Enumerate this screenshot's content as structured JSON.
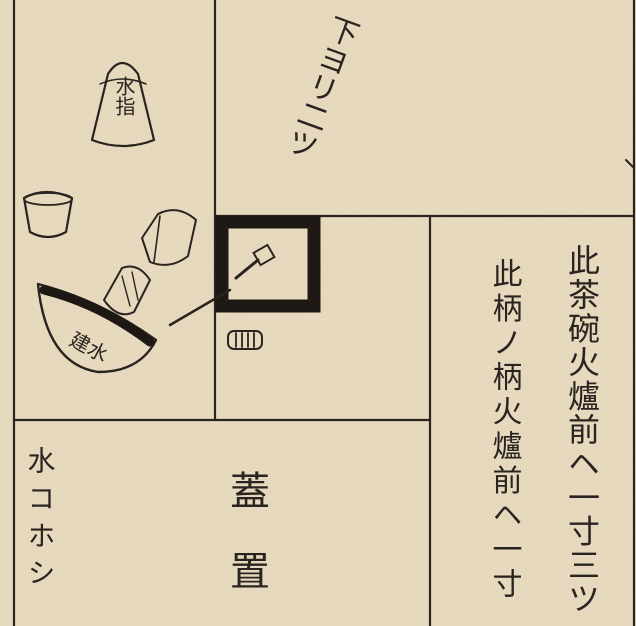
{
  "labels": {
    "vessel_label": "水指",
    "bowl_label": "建水",
    "lid_rest": "蓋置",
    "water_jug": "水コホシ",
    "diagonal_text": "下ヨリ二ツ",
    "note_right": "此茶碗火爐前ヘ一寸三ツ",
    "note_left": "此柄ノ柄火爐前ヘ一寸"
  },
  "colors": {
    "paper": "#e9dcc0",
    "ink": "#2a2420"
  }
}
